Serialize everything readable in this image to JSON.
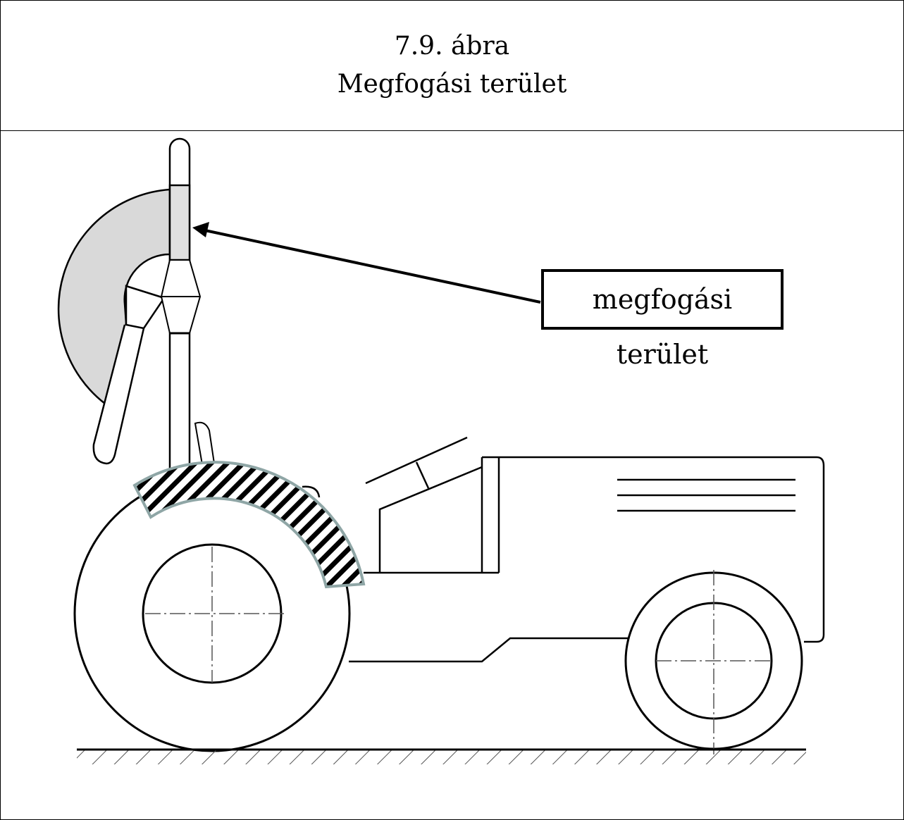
{
  "figure": {
    "number": "7.9. ábra",
    "title": "Megfogási terület"
  },
  "callout": {
    "label": "megfogási terület"
  },
  "colors": {
    "grip_zone": "#e0e0e0",
    "reach_zone": "#d9d9d9",
    "fender_outline": "#8fa6a6"
  }
}
